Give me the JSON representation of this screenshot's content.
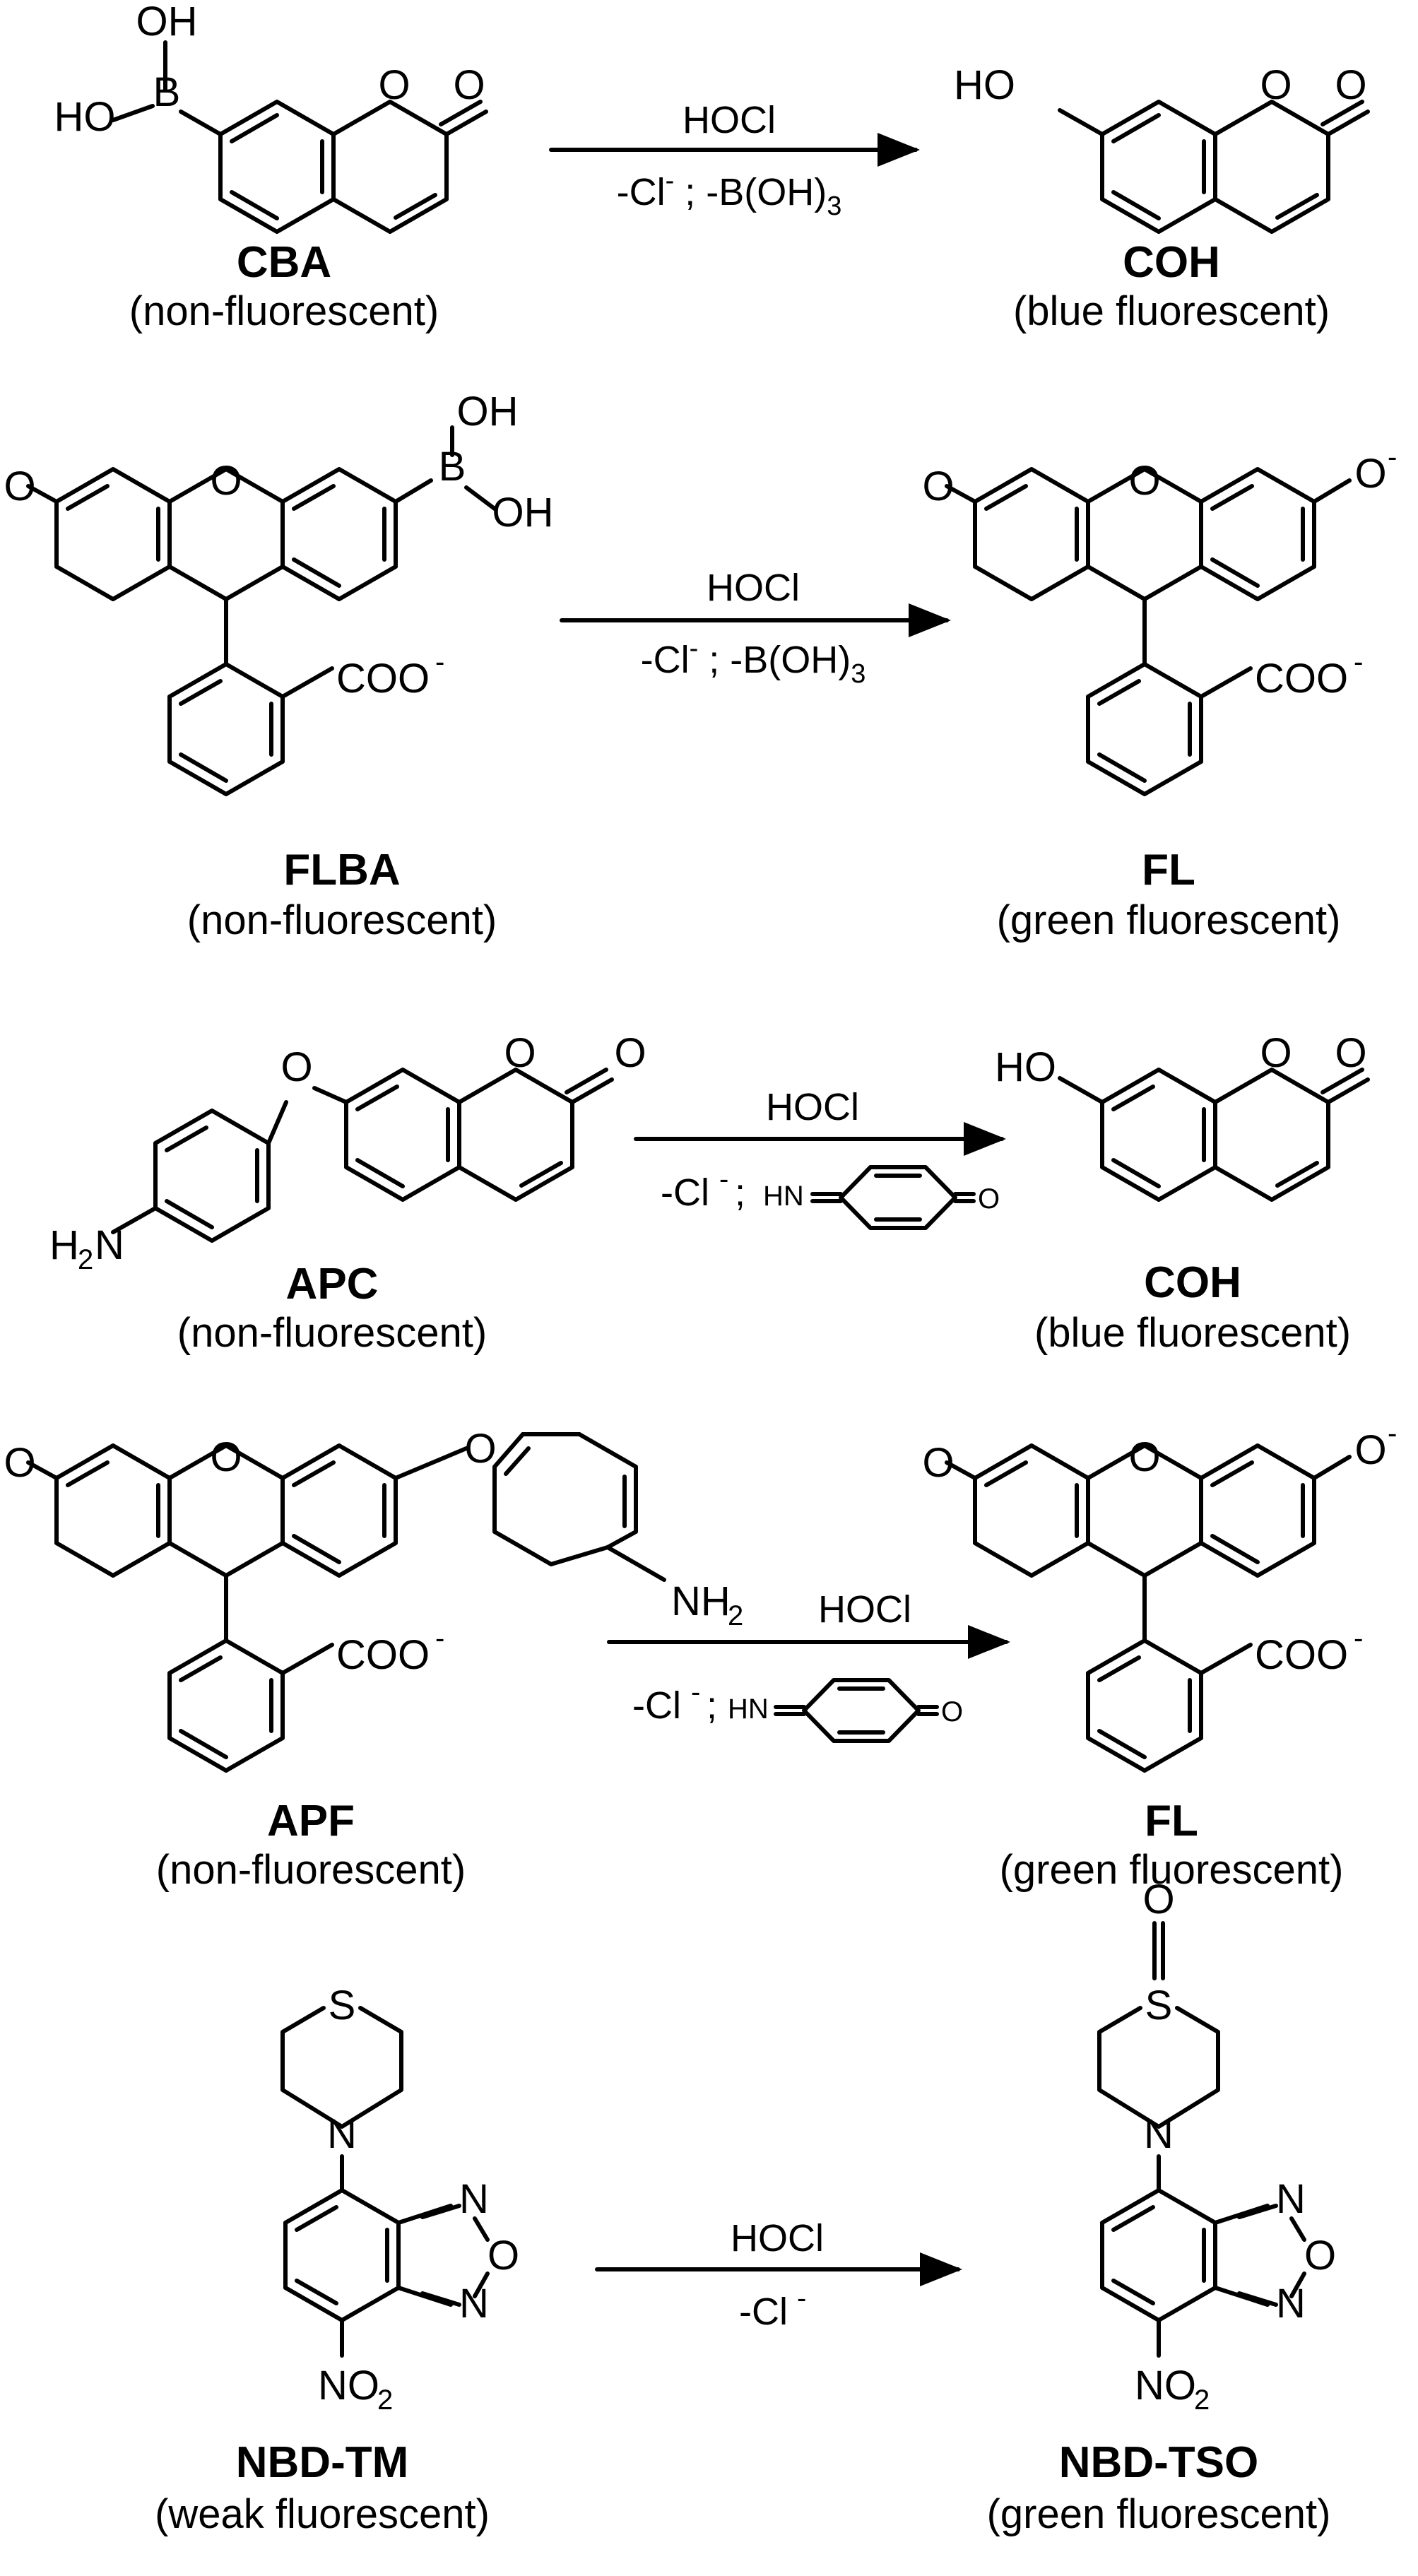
{
  "reactions": [
    {
      "reactant": {
        "name": "CBA",
        "fluorescence": "(non-fluorescent)"
      },
      "reagent": "HOCl",
      "byproducts_html": "-Cl<tspan dy='-22' font-size='38'>-</tspan><tspan dy='22'> ; -B(OH)</tspan><tspan dy='14' font-size='38'>3</tspan>",
      "product": {
        "name": "COH",
        "fluorescence": "(blue fluorescent)"
      }
    },
    {
      "reactant": {
        "name": "FLBA",
        "fluorescence": "(non-fluorescent)"
      },
      "reagent": "HOCl",
      "byproducts_html": "-Cl<tspan dy='-22' font-size='38'>-</tspan><tspan dy='22'> ; -B(OH)</tspan><tspan dy='14' font-size='38'>3</tspan>",
      "product": {
        "name": "FL",
        "fluorescence": "(green fluorescent)"
      }
    },
    {
      "reactant": {
        "name": "APC",
        "fluorescence": "(non-fluorescent)"
      },
      "reagent": "HOCl",
      "byproducts_text": "-Cl- ; HN=quinone=O",
      "product": {
        "name": "COH",
        "fluorescence": "(blue fluorescent)"
      }
    },
    {
      "reactant": {
        "name": "APF",
        "fluorescence": "(non-fluorescent)"
      },
      "reagent": "HOCl",
      "byproducts_text": "-Cl- ; HN=quinone=O",
      "product": {
        "name": "FL",
        "fluorescence": "(green fluorescent)"
      }
    },
    {
      "reactant": {
        "name": "NBD-TM",
        "fluorescence": "(weak fluorescent)"
      },
      "reagent": "HOCl",
      "byproducts_text": "-Cl-",
      "product": {
        "name": "NBD-TSO",
        "fluorescence": "(green fluorescent)"
      }
    }
  ]
}
